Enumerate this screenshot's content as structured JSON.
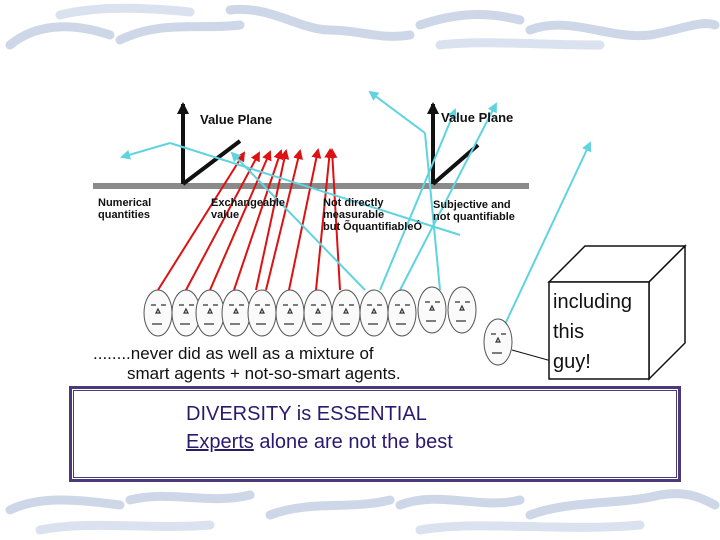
{
  "diagram": {
    "value_plane_left": "Value Plane",
    "value_plane_right": "Value Plane",
    "categories": [
      "Numerical\nquantities",
      "Exchangeable\nvalue",
      "Not directly\nmeasurable\nbut ÕquantifiableÓ",
      "Subjective and\nnot quantifiable"
    ],
    "caption_line1": "........never did as well as a mixture of",
    "caption_line2": "smart agents + not-so-smart agents.",
    "callout": "including\nthis\nguy!"
  },
  "summary_box": {
    "line1": "DIVERSITY is ESSENTIAL",
    "line2_underlined": "Experts",
    "line2_rest": " alone are not the best"
  },
  "colors": {
    "red_arrows": "#dd1111",
    "cyan_arrows": "#5fd3df",
    "axis_bar": "#8a8a8a",
    "box_border": "#4a3a7a",
    "box_text": "#2a1a6e"
  }
}
